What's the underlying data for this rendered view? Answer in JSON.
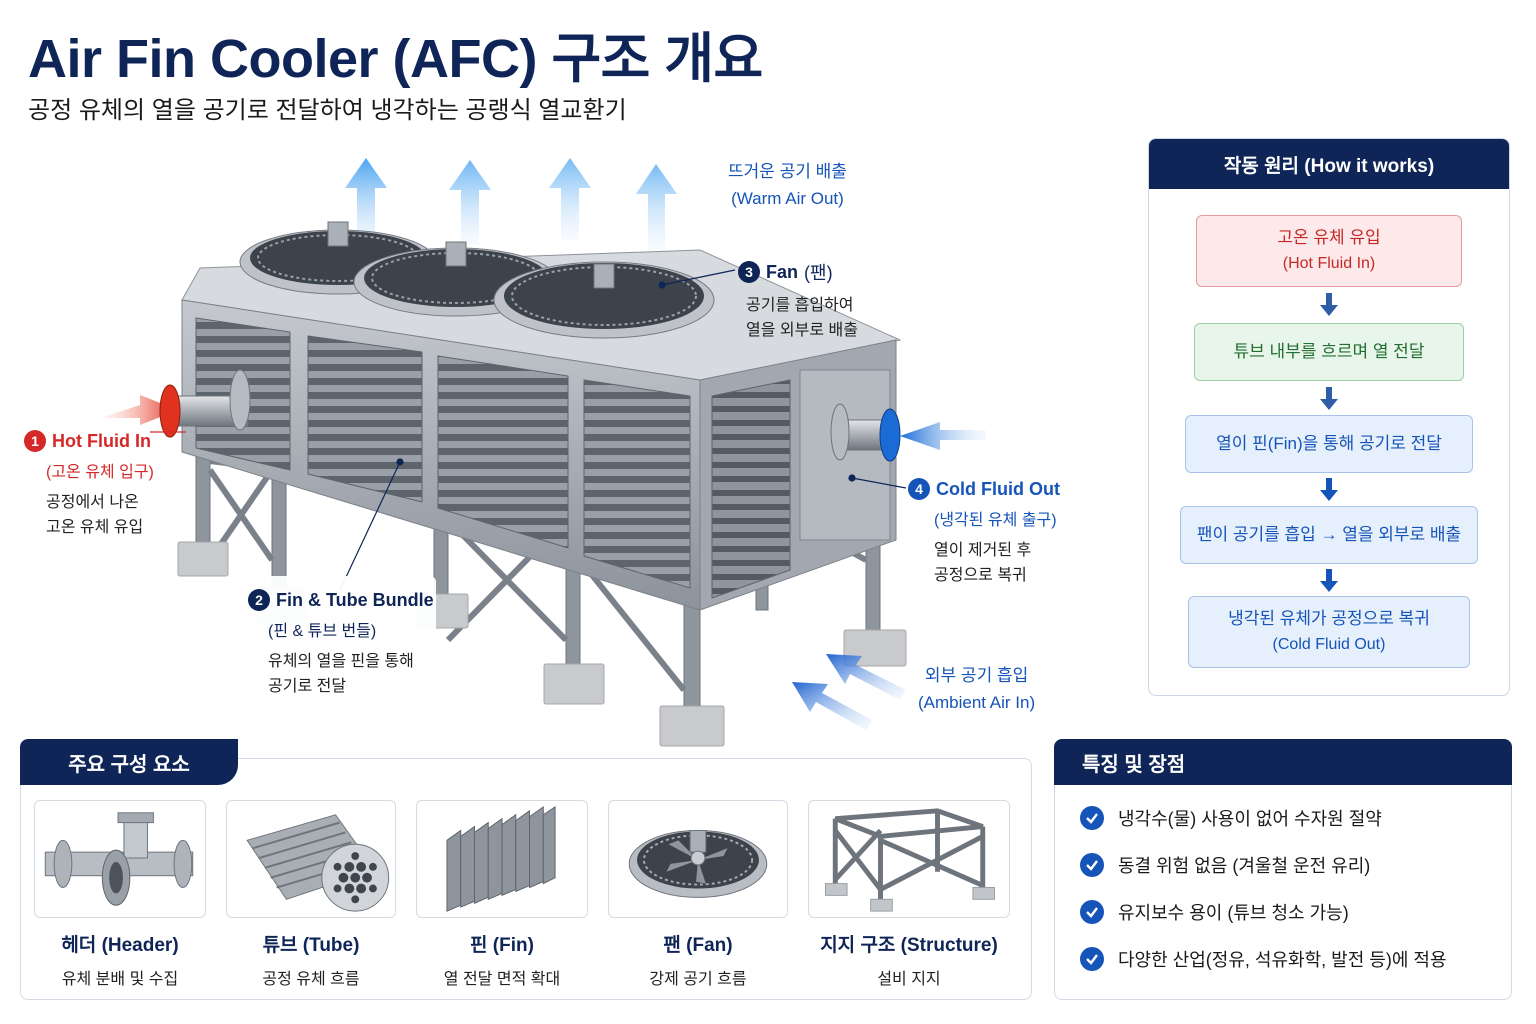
{
  "header": {
    "title": "Air Fin Cooler (AFC) 구조 개요",
    "subtitle": "공정 유체의 열을 공기로 전달하여 냉각하는 공랭식 열교환기"
  },
  "diagram": {
    "warm_air": {
      "line1": "뜨거운 공기 배출",
      "line2": "(Warm Air Out)"
    },
    "ambient_air": {
      "line1": "외부 공기 흡입",
      "line2": "(Ambient Air In)"
    },
    "callouts": [
      {
        "num": "1",
        "title": "Hot Fluid In",
        "sub": "(고온 유체 입구)",
        "desc1": "공정에서 나온",
        "desc2": "고온 유체 유입"
      },
      {
        "num": "2",
        "title": "Fin & Tube Bundle",
        "sub": "(핀 & 튜브 번들)",
        "desc1": "유체의 열을 핀을 통해",
        "desc2": "공기로 전달"
      },
      {
        "num": "3",
        "title": "Fan",
        "sub": "(팬)",
        "desc1": "공기를 흡입하여",
        "desc2": "열을 외부로 배출"
      },
      {
        "num": "4",
        "title": "Cold Fluid Out",
        "sub": "(냉각된 유체 출구)",
        "desc1": "열이 제거된 후",
        "desc2": "공정으로 복귀"
      }
    ]
  },
  "how_it_works": {
    "title": "작동 원리 (How it works)",
    "steps": [
      {
        "line1": "고온 유체 유입",
        "line2": "(Hot Fluid In)"
      },
      {
        "line1": "튜브 내부를 흐르며 열 전달"
      },
      {
        "line1": "열이 핀(Fin)을 통해 공기로 전달"
      },
      {
        "line1": "팬이 공기를 흡입 → 열을 외부로 배출"
      },
      {
        "line1": "냉각된 유체가 공정으로 복귀",
        "line2": "(Cold Fluid Out)"
      }
    ]
  },
  "components": {
    "title": "주요 구성 요소",
    "items": [
      {
        "name": "헤더 (Header)",
        "desc": "유체 분배 및 수집",
        "icon": "header-pipe-icon"
      },
      {
        "name": "튜브 (Tube)",
        "desc": "공정 유체 흐름",
        "icon": "tube-bundle-icon"
      },
      {
        "name": "핀 (Fin)",
        "desc": "열 전달 면적 확대",
        "icon": "fin-plates-icon"
      },
      {
        "name": "팬 (Fan)",
        "desc": "강제 공기 흐름",
        "icon": "fan-icon"
      },
      {
        "name": "지지 구조 (Structure)",
        "desc": "설비 지지",
        "icon": "support-frame-icon"
      }
    ]
  },
  "features": {
    "title": "특징 및 장점",
    "items": [
      "냉각수(물) 사용이 없어 수자원 절약",
      "동결 위험 없음 (겨울철 운전 유리)",
      "유지보수 용이 (튜브 청소 가능)",
      "다양한 산업(정유, 석유화학, 발전 등)에 적용"
    ]
  },
  "colors": {
    "navy": "#0f2557",
    "hot_red": "#d62828",
    "cold_blue": "#1554b8",
    "step_green": "#216e2e"
  }
}
